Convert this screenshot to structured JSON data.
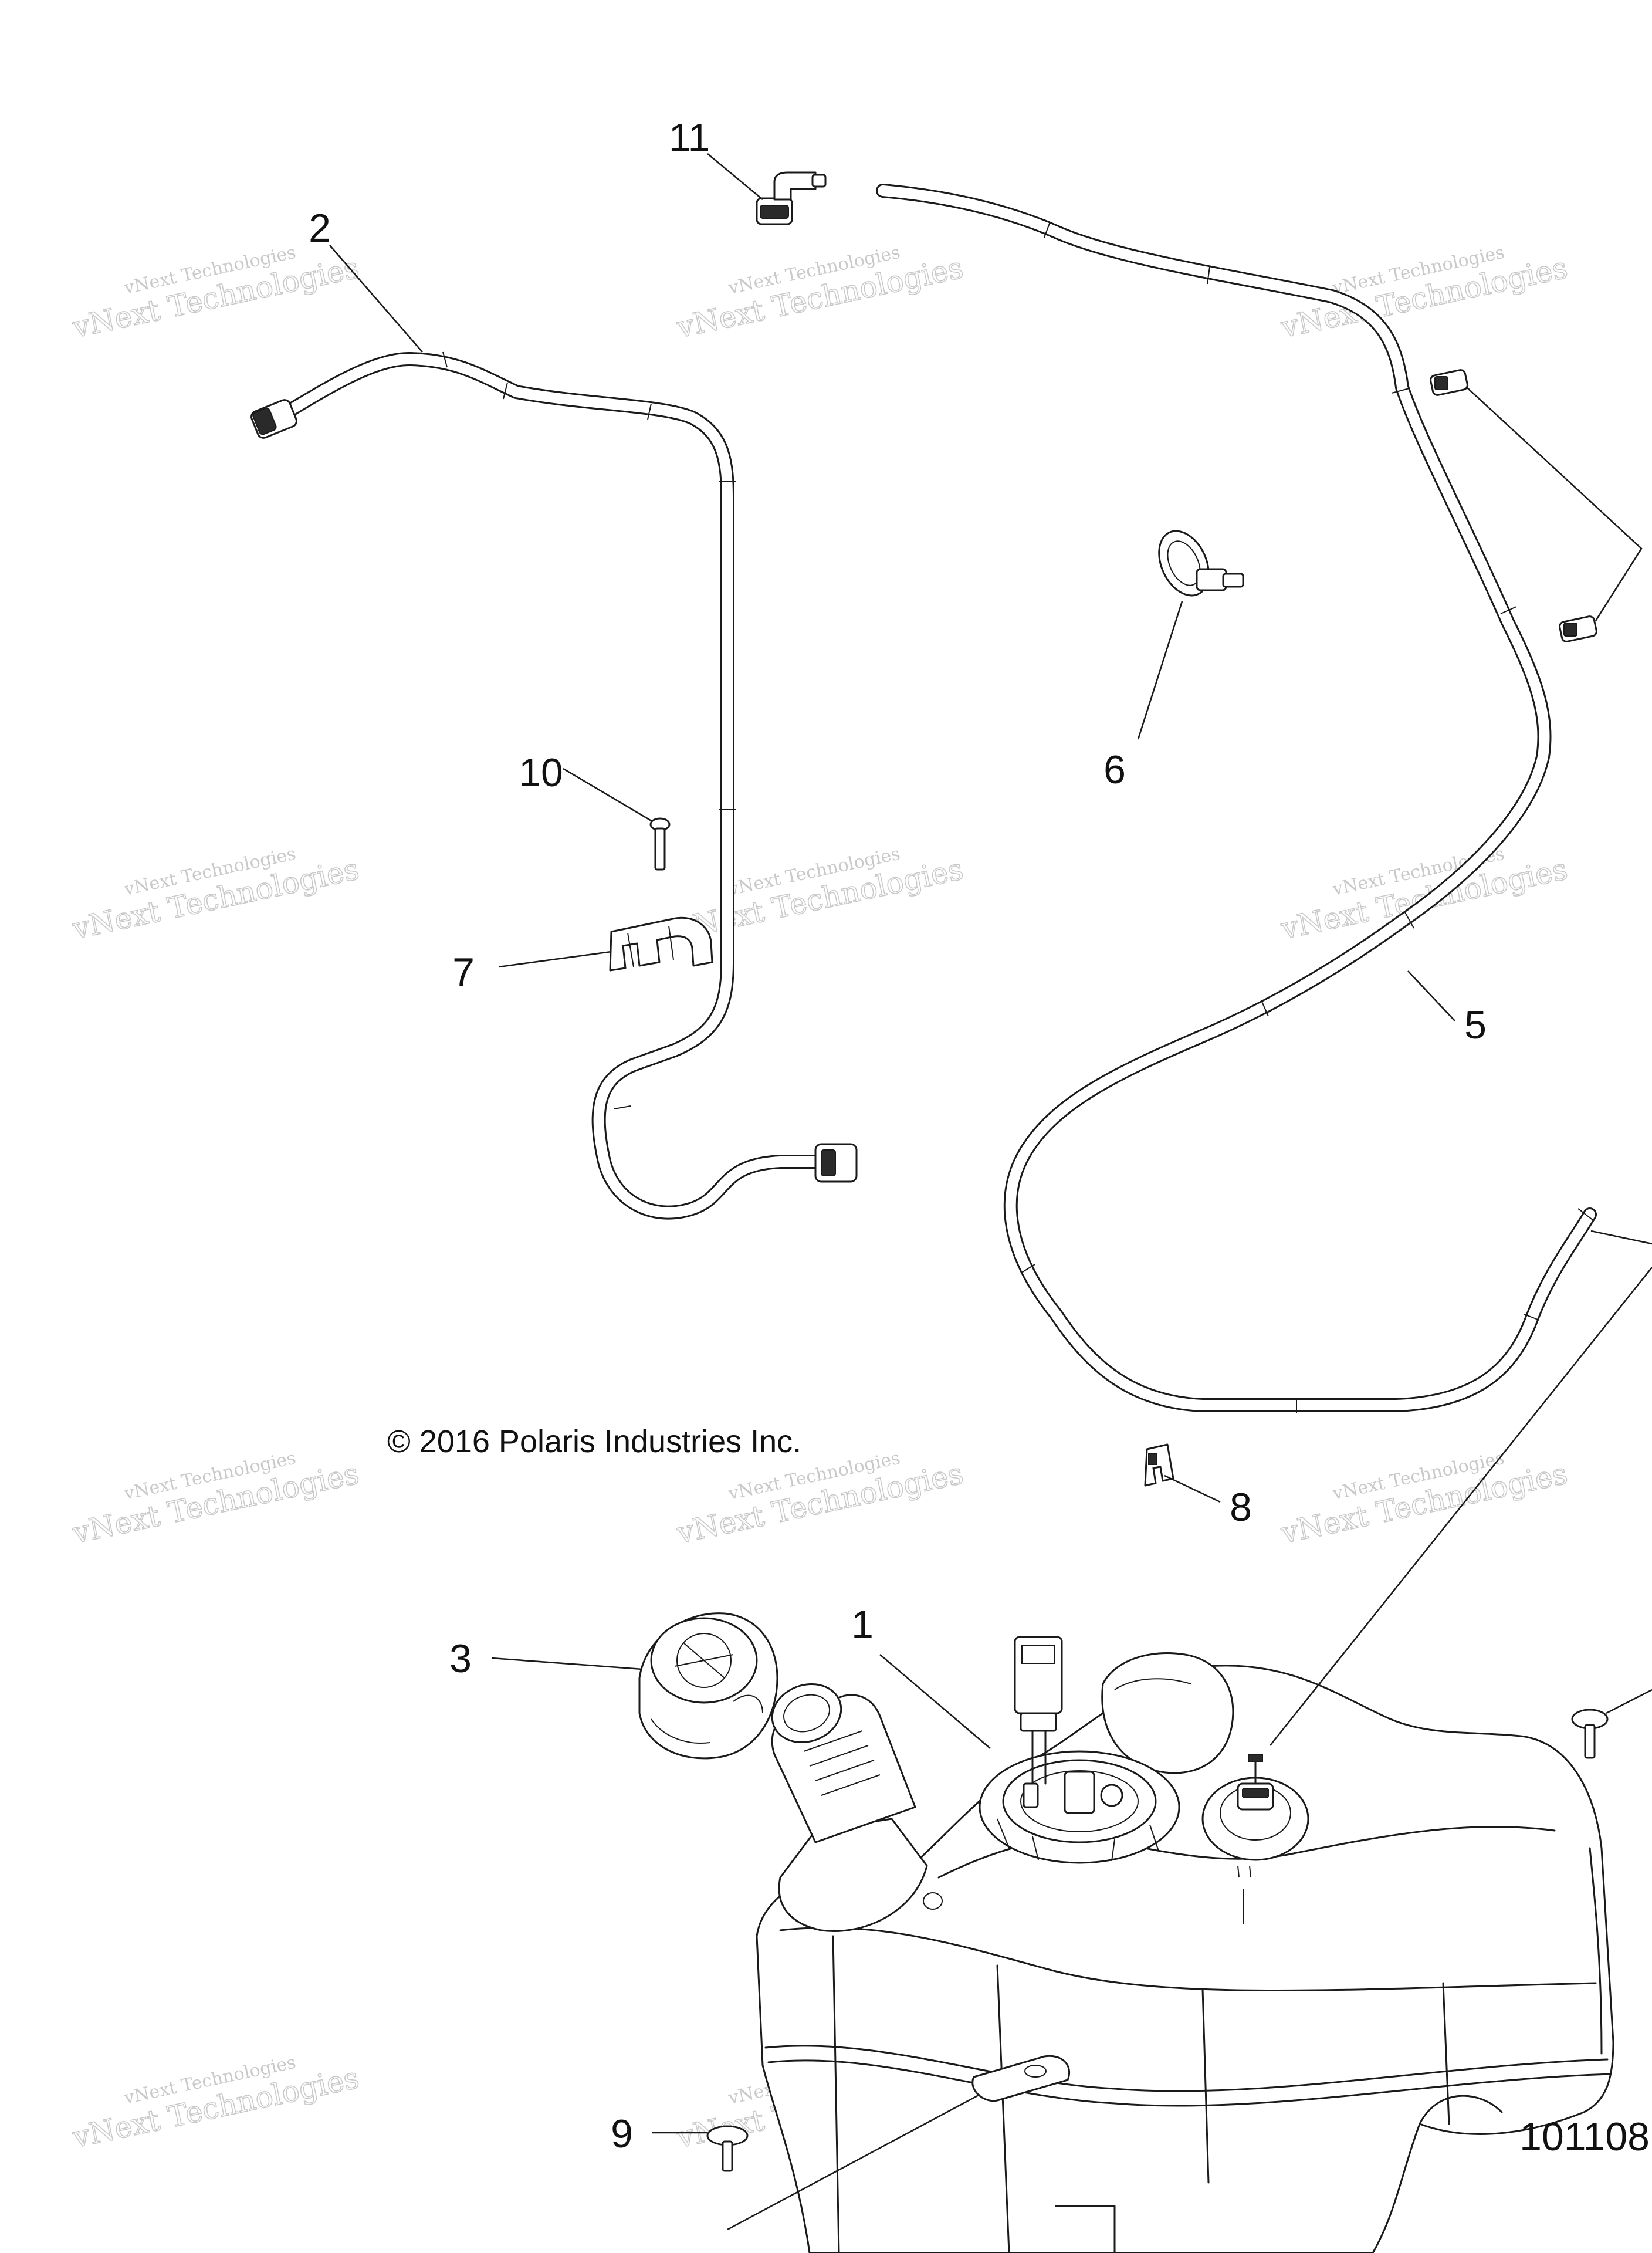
{
  "copyright": "© 2016 Polaris Industries Inc.",
  "figure_number": "101108",
  "watermark": {
    "line1": "vNext Technologies",
    "line2": "vNext Technologies"
  },
  "callouts": {
    "c1": "1",
    "c2": "2",
    "c3": "3",
    "c5": "5",
    "c6": "6",
    "c7": "7",
    "c8": "8",
    "c9": "9",
    "c10": "10",
    "c11": "11"
  }
}
